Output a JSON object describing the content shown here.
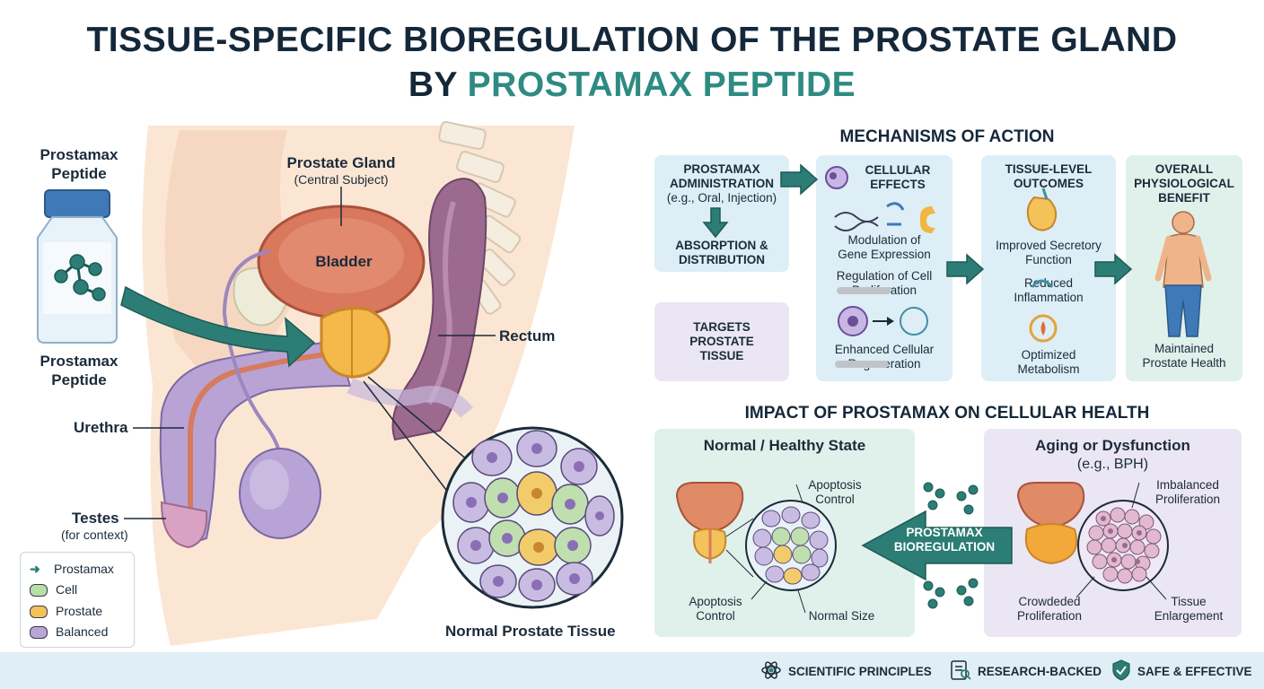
{
  "title": {
    "line1": "TISSUE-SPECIFIC BIOREGULATION OF THE PROSTATE GLAND",
    "line2_prefix": "BY ",
    "line2_accent": "PROSTAMAX PEPTIDE"
  },
  "anatomy": {
    "bottle_top_label": "Prostamax\nPeptide",
    "bottle_bottom_label": "Prostamax\nPeptide",
    "prostate_gland": "Prostate Gland",
    "prostate_gland_sub": "(Central Subject)",
    "bladder": "Bladder",
    "rectum": "Rectum",
    "urethra": "Urethra",
    "testes": "Testes",
    "testes_sub": "(for context)",
    "normal_tissue": "Normal Prostate Tissue"
  },
  "legend": [
    {
      "label": "Prostamax",
      "color": "#2b7d75"
    },
    {
      "label": "Cell",
      "color": "#b9dfa8"
    },
    {
      "label": "Prostate",
      "color": "#f3c35a"
    },
    {
      "label": "Balanced",
      "color": "#b7a6d6"
    }
  ],
  "mechanisms": {
    "title": "MECHANISMS OF ACTION",
    "admin_title": "PROSTAMAX\nADMINISTRATION",
    "admin_sub": "(e.g., Oral, Injection)",
    "absorption": "ABSORPTION &\nDISTRIBUTION",
    "targets": "TARGETS\nPROSTATE\nTISSUE",
    "cellular_title": "CELLULAR\nEFFECTS",
    "cellular_items": [
      "Modulation of\nGene Expression",
      "Regulation of Cell\nProliferation",
      "Enhanced Cellular\nRegeneration"
    ],
    "tissue_title": "TISSUE-LEVEL\nOUTCOMES",
    "tissue_items": [
      "Improved Secretory\nFunction",
      "Reduced\nInflammation",
      "Optimized\nMetabolism"
    ],
    "overall_title": "OVERALL\nPHYSIOLOGICAL\nBENEFIT",
    "overall_item": "Maintained\nProstate Health"
  },
  "impact": {
    "title": "IMPACT OF PROSTAMAX ON CELLULAR HEALTH",
    "healthy_title": "Normal / Healthy State",
    "healthy_labels": {
      "apoptosis_top": "Apoptosis\nControl",
      "apoptosis_bottom": "Apoptosis\nControl",
      "normal_size": "Normal Size"
    },
    "bioregulation": "PROSTAMAX\nBIOREGULATION",
    "aging_title": "Aging or Dysfunction",
    "aging_sub": "(e.g., BPH)",
    "aging_labels": {
      "imbalanced": "Imbalanced\nProliferation",
      "crowded": "Crowdeded\nProliferation",
      "enlargement": "Tissue\nEnlargement"
    }
  },
  "footer": [
    "SCIENTIFIC PRINCIPLES",
    "RESEARCH-BACKED",
    "SAFE & EFFECTIVE"
  ]
}
